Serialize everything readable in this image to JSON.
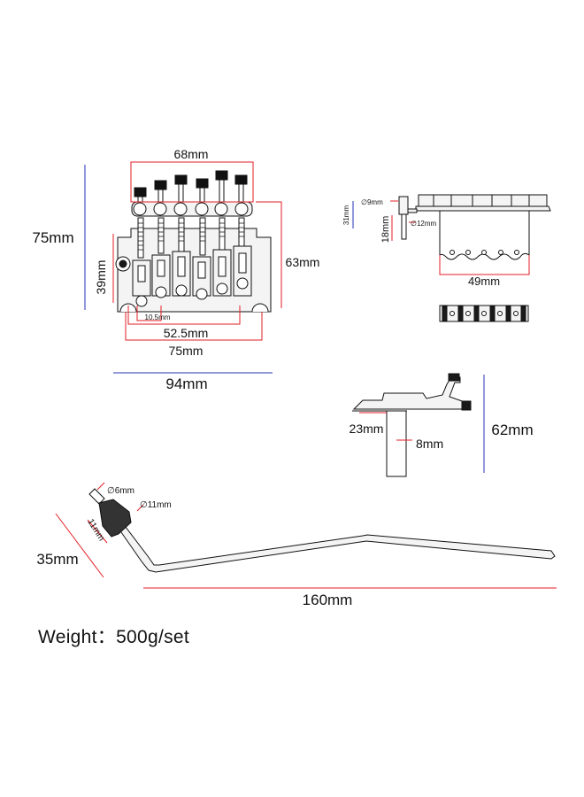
{
  "colors": {
    "red": "#e31e24",
    "blue": "#2433b5",
    "ink": "#111111",
    "metal": "#f4f4f4",
    "dark": "#1a1a1a"
  },
  "tremolo_front": {
    "width_top": "68mm",
    "height_total": "75mm",
    "height_block": "39mm",
    "height_side": "63mm",
    "saddle_spacing": "10.5mm",
    "post_spacing": "52.5mm",
    "width_base": "75mm",
    "width_overall": "94mm"
  },
  "tremolo_side": {
    "post_diameter": "∅9mm",
    "post_inner_diameter": "∅12mm",
    "height_small": "31mm",
    "height_post": "18mm",
    "block_width": "49mm"
  },
  "tremolo_profile": {
    "depth": "23mm",
    "block_thickness": "8mm",
    "height": "62mm"
  },
  "arm": {
    "tip_diameter": "∅6mm",
    "collar_diameter": "∅11mm",
    "collar_length": "11mm",
    "height": "35mm",
    "length": "160mm"
  },
  "weight_text": "Weight：500g/set"
}
